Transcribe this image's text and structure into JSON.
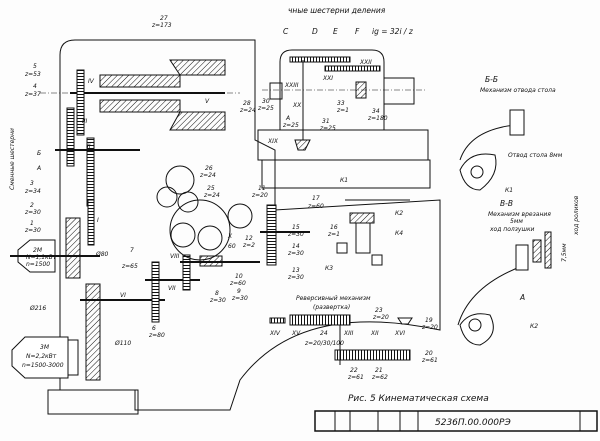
{
  "figure": {
    "caption": "Рис. 5  Кинематическая схема",
    "doc_code": "5236П.00.000РЭ"
  },
  "top": {
    "change_gears_title": "чные шестерни деления",
    "C": "C",
    "D": "D",
    "E": "E",
    "F": "F",
    "formula": "ig = 32i / z",
    "shaft_XXI": "XXI",
    "shaft_XXII": "XXII",
    "shaft_XXIII": "XXIII",
    "shaft_XX": "XX",
    "shaft_XIX": "XIX",
    "g33": "33",
    "g33z": "z=1",
    "g34": "34",
    "g34z": "z=180",
    "g30": "30",
    "g30z": "z=25",
    "g31": "31",
    "g31z": "z=25",
    "gA": "A",
    "gAz": "z=25"
  },
  "section_bb": {
    "title": "Б-Б",
    "subtitle": "Механизм отвода стола",
    "note": "Отвод стола 8мм",
    "cam": "К1"
  },
  "section_vv": {
    "title": "В-В",
    "subtitle": "Механизм врезания",
    "stroke": "5мм",
    "slider": "ход ползушки",
    "roller": "ход роликов",
    "roller_mm": "7,5мм",
    "lever": "А",
    "cam": "К2"
  },
  "reverse": {
    "title": "Реверсивный механизм",
    "subtitle": "(развертка)",
    "g23": "23",
    "g23z": "z=20",
    "g24": "24",
    "g24z": "z=20/30/100",
    "g22": "22",
    "g22z": "z=61",
    "g21": "21",
    "g21z": "z=62",
    "g19": "19",
    "g19z": "z=20",
    "g20": "20",
    "g20z": "z=61",
    "XIV": "XIV",
    "XV": "XV",
    "XIII": "XIII",
    "XII": "XII",
    "XVI": "XVI"
  },
  "left": {
    "g27": "27",
    "g27z": "z=173",
    "g5": "5",
    "g5z": "z=53",
    "g4": "4",
    "g4z": "z=37",
    "gB": "Б",
    "gA": "А",
    "g3": "3",
    "g3z": "z=34",
    "g2": "2",
    "g2z": "z=30",
    "g1": "1",
    "g1z": "z=30",
    "change_gears": "Сменные шестерни",
    "motor1": "2М",
    "motor1_spec": "N=1,1кВт",
    "motor1_n": "n=1500",
    "motor2": "3М",
    "motor2_spec": "N=2,2кВт",
    "motor2_n": "n=1500-3000",
    "d80": "Ø80",
    "d216": "Ø216",
    "d110": "Ø110",
    "shaft_I": "I",
    "shaft_II": "II",
    "shaft_III": "III",
    "shaft_IV": "IV",
    "shaft_V": "V",
    "shaft_VI": "VI",
    "shaft_VII": "VII",
    "shaft_VIII": "VIII"
  },
  "middle": {
    "g7": "7",
    "g7z": "z=65",
    "g6": "6",
    "g6z": "z=80",
    "g8": "8",
    "g8z": "z=30",
    "g9": "9",
    "g9z": "z=30",
    "g10": "10",
    "g10z": "z=60",
    "g11": "11",
    "g11z": "z=20",
    "g12": "12",
    "g12z": "z=2",
    "g13": "13",
    "g13z": "z=30",
    "g14": "14",
    "g14z": "z=30",
    "g15": "15",
    "g15z": "z=30",
    "g16": "16",
    "g16z": "z=1",
    "g17": "17",
    "g17z": "z=60",
    "g25": "25",
    "g25z": "z=24",
    "g26": "26",
    "g26z": "z=24",
    "g28": "28",
    "g28z": "z=24",
    "gX": "X",
    "g60": "60",
    "K1": "К1",
    "K2": "К2",
    "K3": "К3",
    "K4": "К4"
  }
}
